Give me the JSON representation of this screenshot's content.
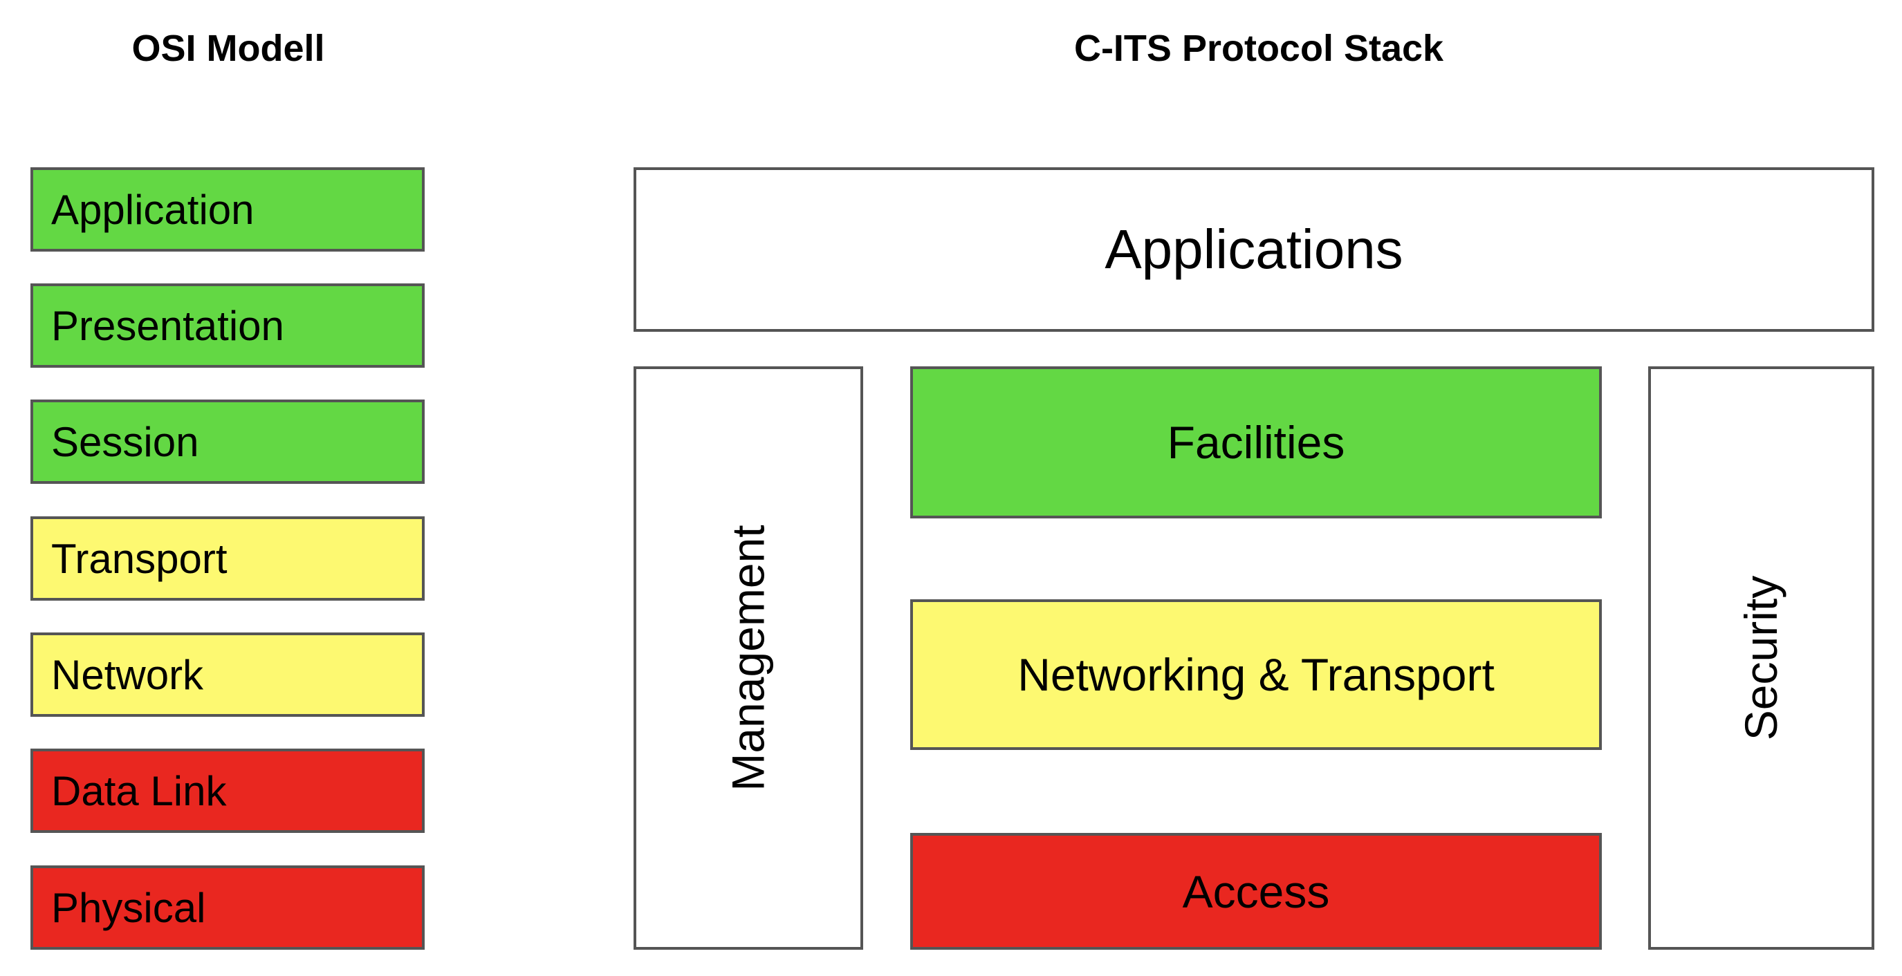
{
  "osi": {
    "title": "OSI Modell",
    "layers": [
      {
        "label": "Application",
        "color": "#63d844"
      },
      {
        "label": "Presentation",
        "color": "#63d844"
      },
      {
        "label": "Session",
        "color": "#63d844"
      },
      {
        "label": "Transport",
        "color": "#fdf971"
      },
      {
        "label": "Network",
        "color": "#fdf971"
      },
      {
        "label": "Data Link",
        "color": "#e92720"
      },
      {
        "label": "Physical",
        "color": "#e92720"
      }
    ]
  },
  "cits": {
    "title": "C-ITS Protocol Stack",
    "applications": "Applications",
    "management": "Management",
    "security": "Security",
    "layers": [
      {
        "label": "Facilities",
        "color": "#63d844"
      },
      {
        "label": "Networking & Transport",
        "color": "#fdf971"
      },
      {
        "label": "Access",
        "color": "#e92720"
      }
    ]
  },
  "colors": {
    "border": "#555555",
    "green": "#63d844",
    "yellow": "#fdf971",
    "red": "#e92720"
  }
}
